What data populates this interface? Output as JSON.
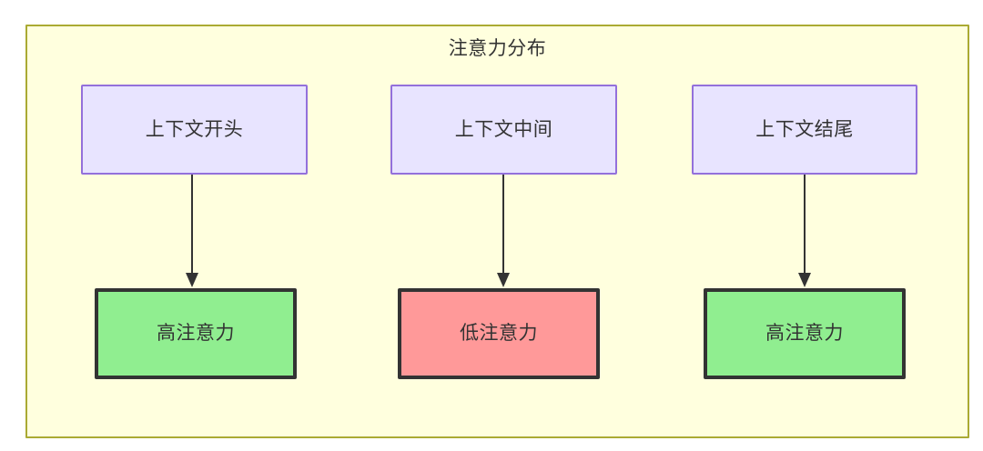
{
  "diagram": {
    "type": "flowchart",
    "title": "注意力分布",
    "container": {
      "label": "注意力分布",
      "fill_color": "#ffffde",
      "border_color": "#aaaa33"
    },
    "columns": [
      {
        "source": {
          "label": "上下文开头",
          "fill_color": "#e8e4ff",
          "border_color": "#9370db"
        },
        "result": {
          "label": "高注意力",
          "fill_color": "#90ee90",
          "border_color": "#333333"
        },
        "connector": {
          "direction": "down",
          "arrowhead": "filled-triangle",
          "color": "#333333"
        }
      },
      {
        "source": {
          "label": "上下文中间",
          "fill_color": "#e8e4ff",
          "border_color": "#9370db"
        },
        "result": {
          "label": "低注意力",
          "fill_color": "#ff9999",
          "border_color": "#333333"
        },
        "connector": {
          "direction": "down",
          "arrowhead": "filled-triangle",
          "color": "#333333"
        }
      },
      {
        "source": {
          "label": "上下文结尾",
          "fill_color": "#e8e4ff",
          "border_color": "#9370db"
        },
        "result": {
          "label": "高注意力",
          "fill_color": "#90ee90",
          "border_color": "#333333"
        },
        "connector": {
          "direction": "down",
          "arrowhead": "filled-triangle",
          "color": "#333333"
        }
      }
    ]
  }
}
